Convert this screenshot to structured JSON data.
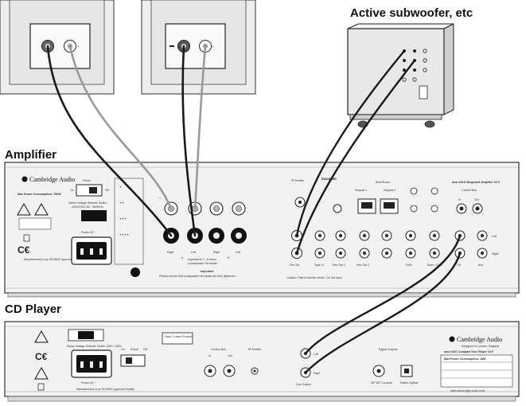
{
  "headings": {
    "subwoofer": "Active subwoofer, etc",
    "amplifier": "Amplifier",
    "cd_player": "CD Player"
  },
  "amplifier": {
    "brand": "Cambridge Audio",
    "model": "azur 640A Integrated Amplifier V2.0",
    "max_power": "Max Power Consumption: 750W",
    "power_label": "Power",
    "on_label": "On",
    "off_label": "Off",
    "voltage_switch": "Mains Voltage Selector Switch",
    "voltage_values": "115V/230V AC ~50/60Hz",
    "power_ac": "Power AC ~",
    "manufactured": "Manufactured in an ISO9002 approved facility",
    "speaker_terminals": "Loudspeaker Terminals",
    "impedance": "Impedance 4 - 8 ohms",
    "right": "Right",
    "left": "Left",
    "a_label": "A",
    "b_label": "B",
    "important_title": "Important",
    "important_text": "Please ensure that loudspeaker terminals are fully tightened",
    "ir_emitter": "IR Emitter",
    "multi_room": "Multi-Room",
    "keypad1": "Keypad 1",
    "keypad2": "Keypad 2",
    "control_bus": "Control Bus",
    "pre_out": "Pre Out",
    "tape_in": "Tape In",
    "rec_out_1": "Rec Out 1",
    "rec_out_2": "Rec Out 2",
    "dvd": "DVD",
    "tuner": "Tuner / DAB",
    "cd": "CD",
    "aux": "Aux",
    "in_label": "In",
    "out_label": "Out",
    "caution": "Caution: Risk of electric shock. Do not open.",
    "incognito": "incognito"
  },
  "cd_player": {
    "brand": "Cambridge Audio",
    "designed": "Designed in London, England",
    "model": "azur 640C Compact Disc Player V2.0",
    "max_power": "Max Power Consumption: 18W",
    "voltage_switch": "Mains Voltage Selector Switch 115V / 230V",
    "laser_label": "Class 1 Laser Product",
    "power_ac": "Power AC ~",
    "manufactured": "Manufactured in an ISO9002 approved facility",
    "on_label": "On",
    "power_label": "Power",
    "off_label": "Off",
    "control_bus": "Control Bus",
    "in_label": "In",
    "out_label": "Out",
    "ir_emitter": "IR Emitter",
    "line_output": "Line Output",
    "left": "Left",
    "right": "Right",
    "digital_outputs": "Digital Outputs",
    "coaxial": "S/P DIF Co-axial",
    "optical": "Toslink Optical",
    "website": "www.cambridge-audio.com"
  },
  "colors": {
    "cable_dark": "#1a1a1a",
    "cable_grey": "#9a9a9a",
    "panel": "#f2f2f2",
    "outline": "#333333"
  }
}
